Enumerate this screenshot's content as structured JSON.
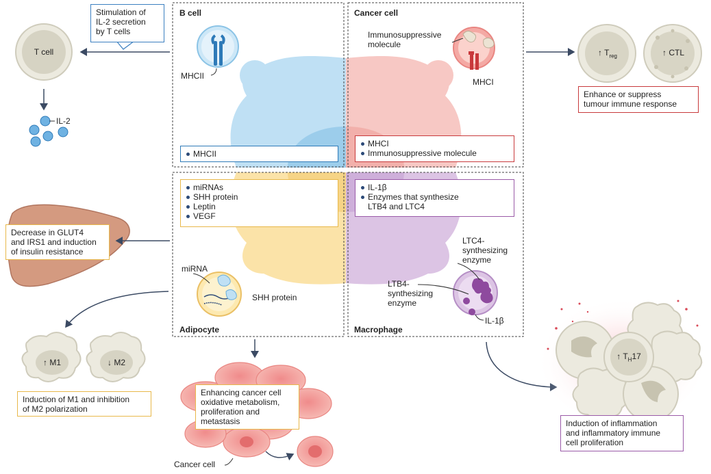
{
  "panels": {
    "b_cell": {
      "title": "B cell",
      "items": [
        "MHCII"
      ],
      "label_mhcii": "MHCII"
    },
    "cancer_cell": {
      "title": "Cancer cell",
      "items": [
        "MHCI",
        "Immunosuppressive molecule"
      ],
      "label_molecule": "Immunosuppressive\nmolecule",
      "label_mhci": "MHCI"
    },
    "adipocyte": {
      "title": "Adipocyte",
      "items": [
        "miRNAs",
        "SHH protein",
        "Leptin",
        "VEGF"
      ],
      "label_mirna": "miRNA",
      "label_shh": "SHH protein"
    },
    "macrophage": {
      "title": "Macrophage",
      "items": [
        "IL-1β",
        "Enzymes that synthesize\nLTB4 and LTC4"
      ],
      "label_ltc4": "LTC4-\nsynthesizing\nenzyme",
      "label_ltb4": "LTB4-\nsynthesizing\nenzyme",
      "label_il1b": "IL-1β"
    }
  },
  "outcomes": {
    "t_cell_label": "T cell",
    "il2_callout": "Stimulation of\nIL-2 secretion\nby T cells",
    "il2_label": "IL-2",
    "treg_label": "↑ T",
    "treg_sub": "reg",
    "ctl_label": "↑ CTL",
    "immune_response": "Enhance or suppress\ntumour immune response",
    "insulin": "Decrease in GLUT4\nand IRS1 and induction\nof insulin resistance",
    "m1_label": "↑ M1",
    "m2_label": "↓ M2",
    "polarization": "Induction of M1 and inhibition\nof M2 polarization",
    "metabolism": "Enhancing cancer cell\noxidative metabolism,\nproliferation and\nmetastasis",
    "cancer_cell_label": "Cancer cell",
    "th17_label": "↑ T",
    "th17_sub": "H",
    "th17_suffix": "17",
    "inflammation": "Induction of inflammation\nand inflammatory immune\ncell proliferation"
  },
  "colors": {
    "blue": "#2e7ab8",
    "red": "#c8393b",
    "yellow": "#e8b84a",
    "purple": "#9a5aa8",
    "arrow": "#3b4a63",
    "b_fill": "#bfe0f4",
    "c_fill": "#f7c8c4",
    "a_fill": "#fbe3a8",
    "m_fill": "#dcc4e4"
  }
}
